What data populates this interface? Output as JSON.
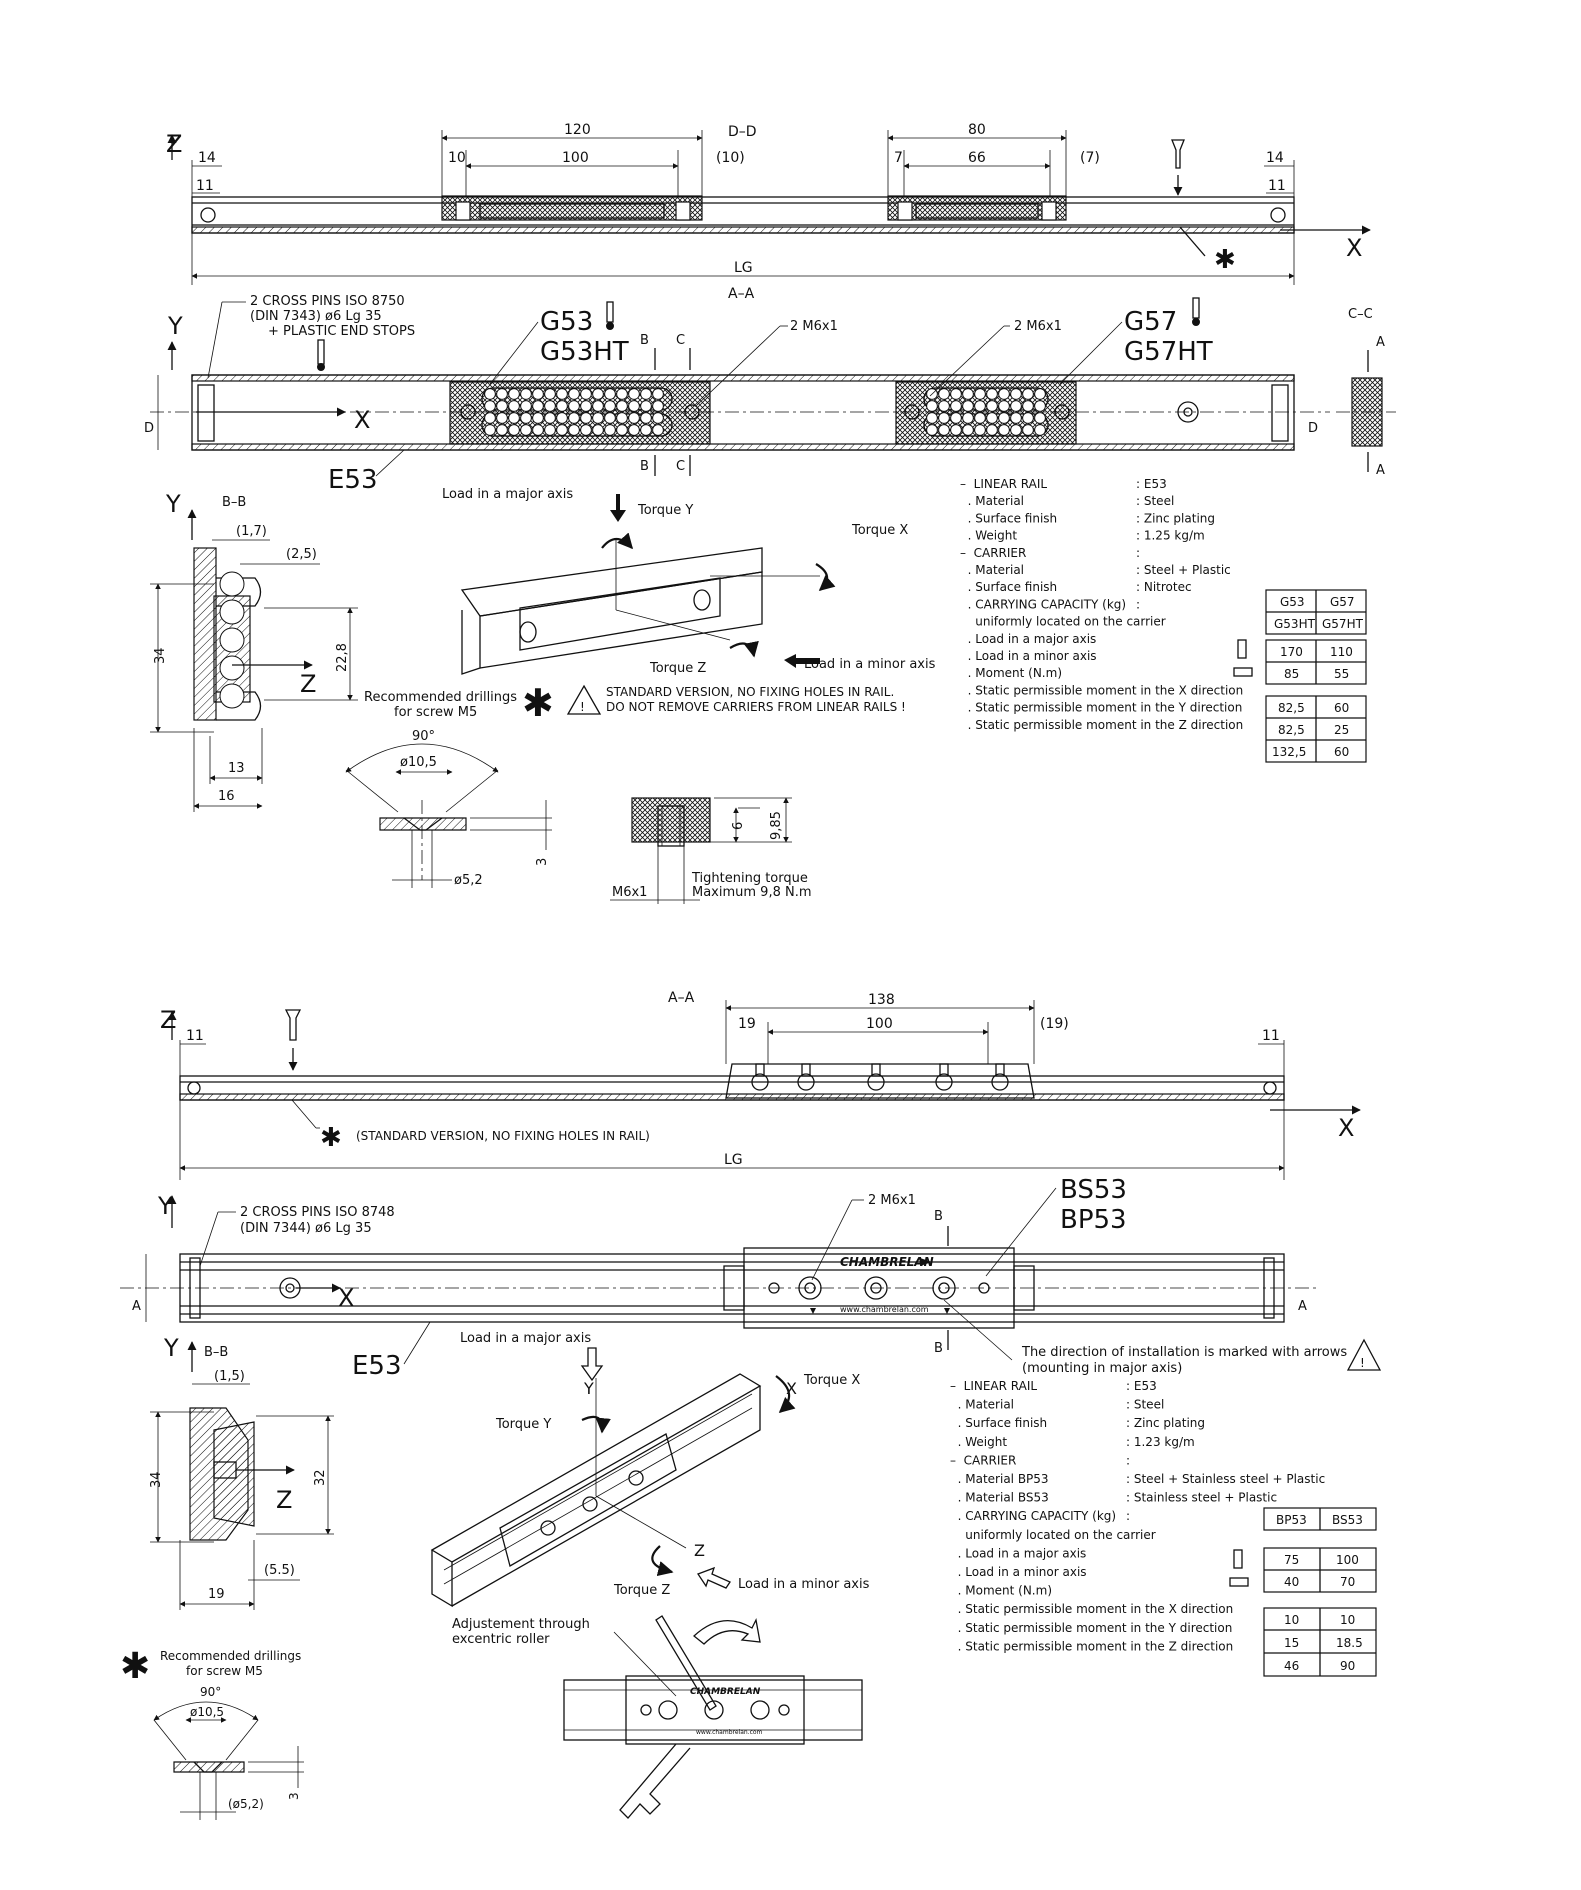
{
  "top": {
    "side_view": {
      "section_label": "D–D",
      "axis_z": "Z",
      "axis_x": "X",
      "dims": {
        "left_end": "14",
        "left_end_inner": "11",
        "right_end": "14",
        "right_end_inner": "11",
        "carrier1_total": "120",
        "carrier1_inner": "100",
        "carrier1_left": "10",
        "carrier1_right": "(10)",
        "carrier2_total": "80",
        "carrier2_inner": "66",
        "carrier2_left": "7",
        "carrier2_right": "(7)",
        "length": "LG"
      }
    },
    "plan_view": {
      "section_label": "A–A",
      "axis_y": "Y",
      "axis_x": "X",
      "pins_note": [
        "2 CROSS PINS ISO 8750",
        "(DIN 7343) ø6 Lg 35",
        "+ PLASTIC END STOPS"
      ],
      "carrier1_name": "G53",
      "carrier1_name_ht": "G53HT",
      "carrier2_name": "G57",
      "carrier2_name_ht": "G57HT",
      "screws1": "2 M6x1",
      "screws2": "2 M6x1",
      "rail_name": "E53",
      "cut_b": "B",
      "cut_c": "C",
      "cut_a": "A",
      "section_cc": "C–C",
      "dim_d": "D"
    },
    "section_bb": {
      "label": "B–B",
      "axis_y": "Y",
      "axis_z": "Z",
      "dims": {
        "d1": "(1,7)",
        "d2": "(2,5)",
        "height": "34",
        "inner": "22,8",
        "w1": "13",
        "w2": "16"
      }
    },
    "iso": {
      "load_major": "Load in a major axis",
      "torque_y": "Torque Y",
      "torque_x": "Torque X",
      "torque_z": "Torque Z",
      "load_minor": "Load in a minor axis"
    },
    "warning": {
      "line1": "STANDARD VERSION, NO FIXING HOLES IN RAIL.",
      "line2": "DO NOT REMOVE CARRIERS FROM LINEAR RAILS !"
    },
    "drill": {
      "title1": "Recommended drillings",
      "title2": "for screw M5",
      "angle": "90°",
      "dia_top": "ø10,5",
      "dia_bottom": "ø5,2",
      "depth": "3"
    },
    "tighten": {
      "d6": "6",
      "d985": "9,85",
      "thread": "M6x1",
      "line1": "Tightening torque",
      "line2": "Maximum 9,8 N.m"
    },
    "spec": {
      "rows": [
        {
          "k": "–  LINEAR RAIL",
          "v": ": E53"
        },
        {
          "k": "  . Material",
          "v": ": Steel"
        },
        {
          "k": "  . Surface finish",
          "v": ": Zinc plating"
        },
        {
          "k": "  . Weight",
          "v": ": 1.25 kg/m"
        },
        {
          "k": "–  CARRIER",
          "v": ":"
        },
        {
          "k": "  . Material",
          "v": ": Steel + Plastic"
        },
        {
          "k": "  . Surface finish",
          "v": ": Nitrotec"
        },
        {
          "k": "  . CARRYING CAPACITY (kg)",
          "v": ":"
        },
        {
          "k": "    uniformly located on the carrier",
          "v": ""
        },
        {
          "k": "  . Load in a major axis",
          "v": ""
        },
        {
          "k": "  . Load in a minor axis",
          "v": ""
        },
        {
          "k": "  . Moment (N.m)",
          "v": ""
        },
        {
          "k": "  . Static permissible moment in the X direction",
          "v": ""
        },
        {
          "k": "  . Static permissible moment in the Y direction",
          "v": ""
        },
        {
          "k": "  . Static permissible moment in the Z direction",
          "v": ""
        }
      ],
      "table": {
        "head": [
          [
            "G53",
            "G57"
          ],
          [
            "G53HT",
            "G57HT"
          ]
        ],
        "loads": [
          [
            "170",
            "110"
          ],
          [
            "85",
            "55"
          ]
        ],
        "moments": [
          [
            "82,5",
            "60"
          ],
          [
            "82,5",
            "25"
          ],
          [
            "132,5",
            "60"
          ]
        ]
      }
    }
  },
  "bottom": {
    "side_view": {
      "section_label": "A–A",
      "axis_z": "Z",
      "axis_x": "X",
      "dims": {
        "left": "11",
        "right": "11",
        "total": "138",
        "inner": "100",
        "l": "19",
        "r": "(19)",
        "length": "LG"
      },
      "note": "(STANDARD VERSION, NO FIXING HOLES IN RAIL)"
    },
    "plan_view": {
      "axis_y": "Y",
      "axis_x": "X",
      "pins_note": [
        "2 CROSS PINS ISO 8748",
        "(DIN 7344) ø6 Lg 35"
      ],
      "screws": "2 M6x1",
      "carrier_name1": "BS53",
      "carrier_name2": "BP53",
      "rail_name": "E53",
      "cut_b": "B",
      "dim_a": "A",
      "brand": "CHAMBRELAN",
      "website": "www.chambrelan.com",
      "direction_note1": "The direction of installation is marked with arrows",
      "direction_note2": "(mounting in major axis)"
    },
    "section_bb": {
      "label": "B–B",
      "axis_y": "Y",
      "axis_z": "Z",
      "dims": {
        "d1": "(1,5)",
        "height": "34",
        "inner": "32",
        "d2": "(5.5)",
        "width": "19"
      }
    },
    "iso": {
      "load_major": "Load in a major axis",
      "torque_x": "Torque X",
      "torque_y": "Torque Y",
      "torque_z": "Torque Z",
      "load_minor": "Load in a minor axis",
      "axis_x": "X",
      "axis_y": "Y",
      "axis_z": "Z",
      "adjust1": "Adjustement through",
      "adjust2": "excentric roller"
    },
    "drill": {
      "title1": "Recommended drillings",
      "title2": "for screw M5",
      "angle": "90°",
      "dia_top": "ø10,5",
      "dia_bottom": "(ø5,2)",
      "depth": "3"
    },
    "spec": {
      "rows": [
        {
          "k": "–  LINEAR RAIL",
          "v": ": E53"
        },
        {
          "k": "  . Material",
          "v": ": Steel"
        },
        {
          "k": "  . Surface finish",
          "v": ": Zinc plating"
        },
        {
          "k": "  . Weight",
          "v": ": 1.23 kg/m"
        },
        {
          "k": "–  CARRIER",
          "v": ":"
        },
        {
          "k": "  . Material BP53",
          "v": ": Steel + Stainless steel + Plastic"
        },
        {
          "k": "  . Material BS53",
          "v": ": Stainless steel + Plastic"
        },
        {
          "k": "  . CARRYING CAPACITY (kg)",
          "v": ":"
        },
        {
          "k": "    uniformly located on the carrier",
          "v": ""
        },
        {
          "k": "  . Load in a major axis",
          "v": ""
        },
        {
          "k": "  . Load in a minor axis",
          "v": ""
        },
        {
          "k": "  . Moment (N.m)",
          "v": ""
        },
        {
          "k": "  . Static permissible moment in the X direction",
          "v": ""
        },
        {
          "k": "  . Static permissible moment in the Y direction",
          "v": ""
        },
        {
          "k": "  . Static permissible moment in the Z direction",
          "v": ""
        }
      ],
      "table": {
        "head": [
          "BP53",
          "BS53"
        ],
        "loads": [
          [
            "75",
            "100"
          ],
          [
            "40",
            "70"
          ]
        ],
        "moments": [
          [
            "10",
            "10"
          ],
          [
            "15",
            "18.5"
          ],
          [
            "46",
            "90"
          ]
        ]
      }
    }
  }
}
